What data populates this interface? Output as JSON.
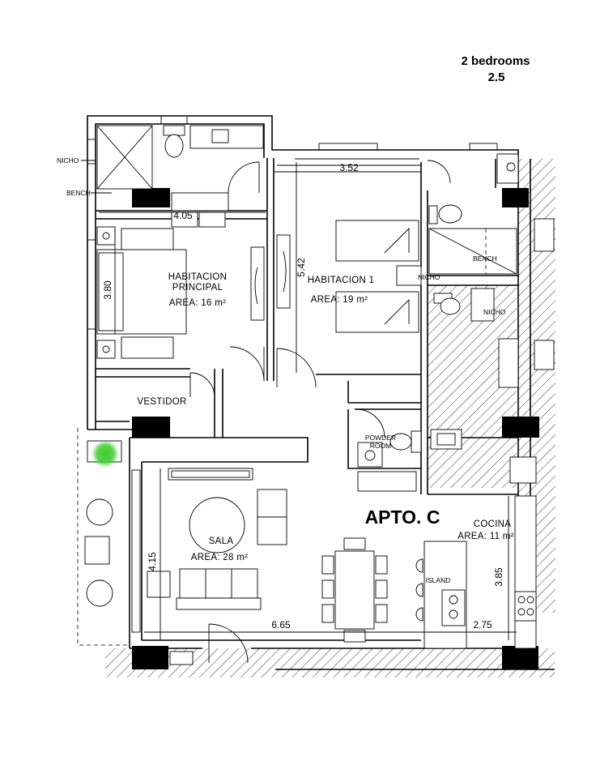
{
  "header": {
    "line1": "2 bedrooms",
    "line2": "2.5"
  },
  "unit_label": "APTO. C",
  "rooms": {
    "principal": {
      "name_line1": "HABITACION",
      "name_line2": "PRINCIPAL",
      "area": "AREA: 16 m²"
    },
    "habitacion1": {
      "name": "HABITACION  1",
      "area": "AREA: 19 m²"
    },
    "sala": {
      "name": "SALA",
      "area": "AREA: 28 m²"
    },
    "cocina": {
      "name": "COCINA",
      "area": "AREA: 11 m²"
    },
    "vestidor": {
      "name": "VESTIDOR"
    },
    "powder": {
      "line1": "POWDER",
      "line2": "ROOM"
    },
    "island": {
      "name": "ISLAND"
    }
  },
  "tags": {
    "nicho_left": "NICHO",
    "bench_left": "BENCH",
    "bench_right": "BENCH",
    "nicho_mid": "NICHO",
    "nicho_right": "NICHO"
  },
  "dimensions": {
    "d352": "3.52",
    "d405": "4.05",
    "d542": "5.42",
    "d380": "3.80",
    "d415": "4.15",
    "d665": "6.65",
    "d275": "2.75",
    "d385": "3.85"
  },
  "colors": {
    "line": "#000000",
    "marker": "#3dcc2b",
    "background": "#ffffff"
  }
}
